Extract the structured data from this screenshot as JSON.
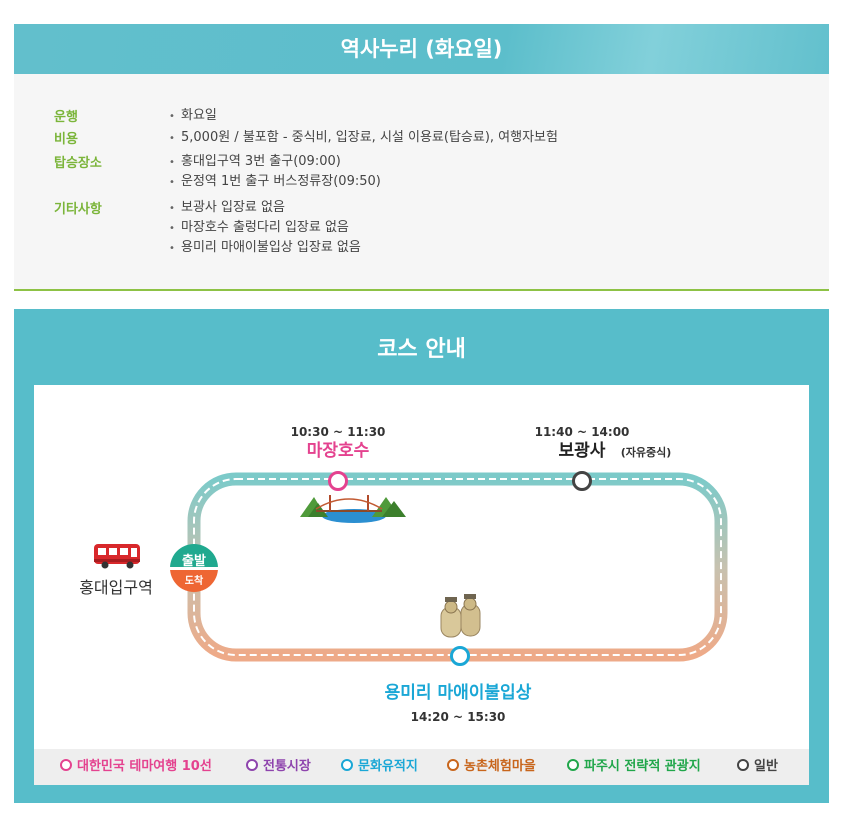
{
  "header": {
    "title": "역사누리 (화요일)"
  },
  "info": [
    {
      "label": "운행",
      "values": [
        "화요일"
      ]
    },
    {
      "label": "비용",
      "values": [
        "5,000원 / 불포함 - 중식비, 입장료, 시설 이용료(탑승료), 여행자보험"
      ]
    },
    {
      "label": "탑승장소",
      "values": [
        "홍대입구역 3번 출구(09:00)",
        "운정역 1번 출구 버스정류장(09:50)"
      ]
    },
    {
      "label": "기타사항",
      "values": [
        "보광사 입장료 없음",
        "마장호수 출렁다리 입장료 없음",
        "용미리 마애이불입상 입장료 없음"
      ]
    }
  ],
  "course": {
    "title": "코스 안내",
    "start_place": "홍대입구역",
    "start_badge": {
      "top": "출발",
      "bottom": "도착"
    },
    "stops": [
      {
        "name": "마장호수",
        "time": "10:30 ~ 11:30",
        "note": "",
        "type": "theme",
        "icon": "lake-bridge-icon"
      },
      {
        "name": "보광사",
        "time": "11:40 ~ 14:00",
        "note": "(자유중식)",
        "type": "general",
        "icon": ""
      },
      {
        "name": "용미리 마애이불입상",
        "time": "14:20 ~ 15:30",
        "note": "",
        "type": "heritage",
        "icon": "buddha-statue-icon"
      }
    ]
  },
  "legend": [
    {
      "label": "대한민국 테마여행 10선",
      "color": "#e4428f"
    },
    {
      "label": "전통시장",
      "color": "#8e44ad"
    },
    {
      "label": "문화유적지",
      "color": "#1aa7d6"
    },
    {
      "label": "농촌체험마을",
      "color": "#c8651b"
    },
    {
      "label": "파주시 전략적 관광지",
      "color": "#20a64a"
    },
    {
      "label": "일반",
      "color": "#444444"
    }
  ],
  "colors": {
    "accent_green": "#7bb53a",
    "header_teal": "#5cbecb",
    "start_teal": "#20a98f",
    "end_orange": "#ee6633",
    "theme_pink": "#e4428f",
    "heritage_blue": "#1aa7d6"
  }
}
